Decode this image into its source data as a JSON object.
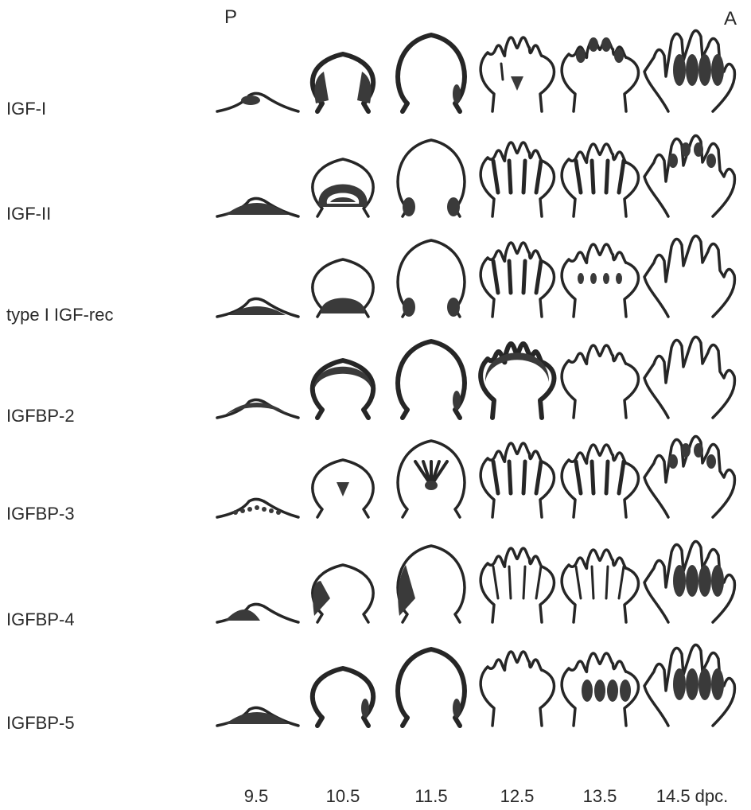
{
  "axis": {
    "left": "P",
    "right": "A"
  },
  "rows": [
    {
      "label": "IGF-I"
    },
    {
      "label": "IGF-II"
    },
    {
      "label": "type I IGF-rec"
    },
    {
      "label": "IGFBP-2"
    },
    {
      "label": "IGFBP-3"
    },
    {
      "label": "IGFBP-4"
    },
    {
      "label": "IGFBP-5"
    }
  ],
  "stages": [
    "9.5",
    "10.5",
    "11.5",
    "12.5",
    "13.5",
    "14.5 dpc."
  ],
  "colors": {
    "outline": "#262626",
    "stain": "#3a3a3a",
    "text": "#2a2a2a"
  },
  "expression_patterns": [
    [
      "ridge-dot",
      "rim-sides",
      "rim-light",
      "center-spot",
      "digit-tips",
      "digit-web"
    ],
    [
      "ridge-fill",
      "rim-core",
      "rim-base",
      "digit-rays",
      "digit-rays",
      "digit-tips"
    ],
    [
      "ridge-band",
      "core-fill",
      "rim-base",
      "digit-rays",
      "digit-spots",
      "none"
    ],
    [
      "ridge-arc",
      "rim-top",
      "rim-full",
      "rim-top",
      "outline",
      "outline"
    ],
    [
      "ridge-spots",
      "center-spot",
      "center-branch",
      "digit-rays",
      "digit-rays",
      "digit-tips"
    ],
    [
      "ridge-post",
      "side-post",
      "side-post",
      "digit-lines",
      "digit-lines",
      "digit-web"
    ],
    [
      "ridge-fill",
      "rim-full",
      "rim-full",
      "outline",
      "interdigit",
      "digit-web"
    ]
  ]
}
